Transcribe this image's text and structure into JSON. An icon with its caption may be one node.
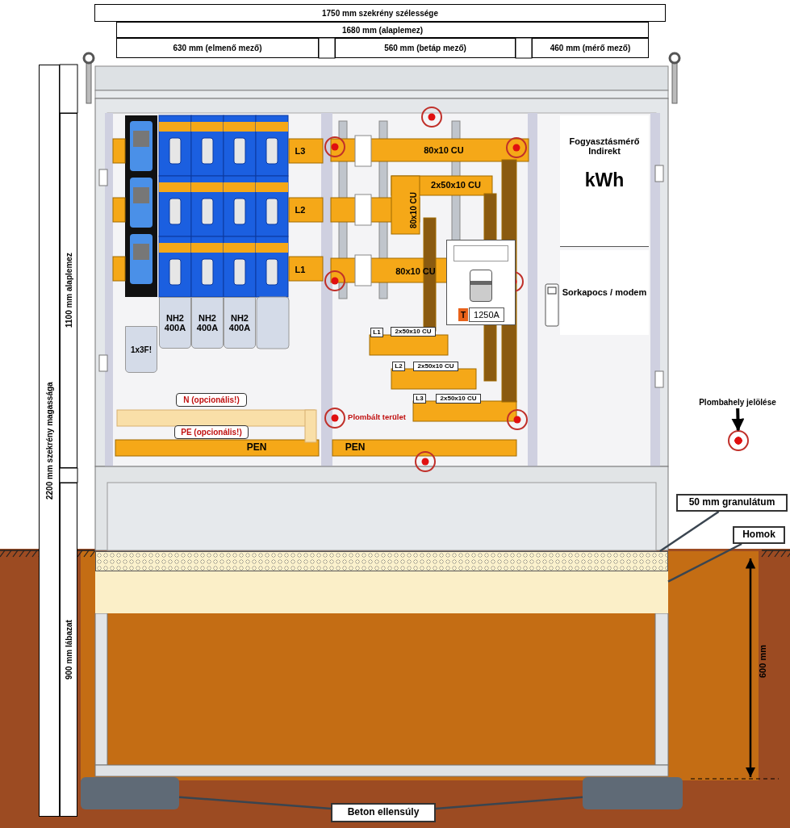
{
  "diagram": {
    "nodes": [
      {
        "text": [
          "NH2 400A"
        ]
      },
      {
        "text": [
          "NH2 400A"
        ]
      },
      {
        "text": [
          "NH2 400A"
        ]
      },
      {
        "text": [
          "1x3F!"
        ]
      },
      {
        "text": [
          "T",
          "1250A"
        ]
      },
      {
        "text": [
          "Fogyasztásmérő Indirekt",
          "kWh"
        ]
      },
      {
        "text": [
          "Sorkapocs / modem"
        ]
      },
      {
        "text": [
          "50 mm granulátum"
        ]
      },
      {
        "text": [],
        "shape": "bar"
      },
      {
        "text": [
          "Homok"
        ]
      },
      {
        "text": [],
        "shape": "bar"
      },
      {
        "text": [
          "Plombahely jelölése"
        ]
      },
      {
        "text": [],
        "shape": "circle"
      },
      {
        "text": [
          "Beton ellensúly"
        ]
      },
      {
        "text": [],
        "shape": "box"
      },
      {
        "text": [],
        "shape": "box"
      }
    ],
    "edges": [
      {
        "from": 7,
        "to": 8,
        "arrow": "none"
      },
      {
        "from": 9,
        "to": 10,
        "arrow": "none"
      },
      {
        "from": 11,
        "to": 12,
        "arrow": "to"
      },
      {
        "from": 13,
        "to": 14,
        "arrow": "none"
      },
      {
        "from": 13,
        "to": 15,
        "arrow": "none"
      }
    ],
    "labels": [
      "1750 mm szekrény szélessége",
      "1680 mm (alaplemez)",
      "630 mm (elmenő mező)",
      "560 mm (betáp mező)",
      "460 mm (mérő mező)",
      "2200 mm szekrény magassága",
      "1100 mm alaplemez",
      "900 mm lábazat",
      "L3",
      "80x10 CU",
      "L2",
      "2x50x10 CU",
      "80x10 CU",
      "L1",
      "80x10 CU",
      "L1",
      "2x50x10 CU",
      "L2",
      "2x50x10 CU",
      "N (opcionális!)",
      "L3",
      "2x50x10 CU",
      "Plombált terület",
      "PE (opcionális!)",
      "PEN",
      "PEN",
      "600 mm"
    ]
  }
}
